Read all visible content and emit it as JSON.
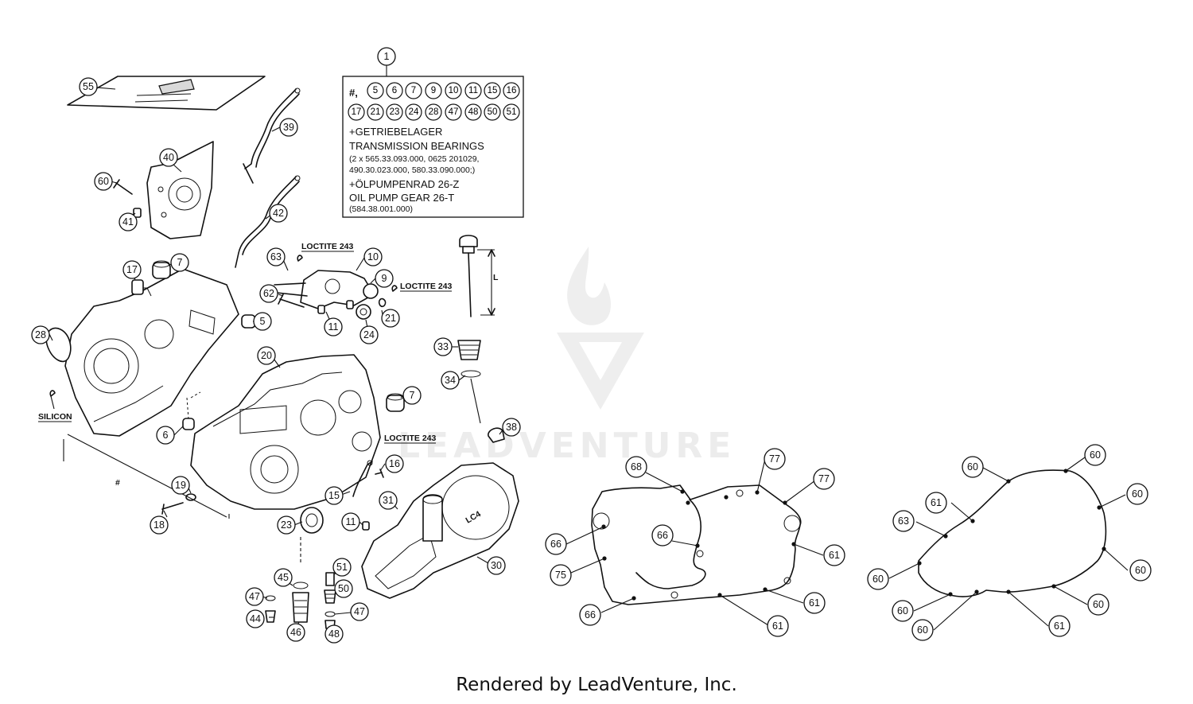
{
  "callouts": {
    "c1": "1",
    "c55": "55",
    "c39": "39",
    "c40": "40",
    "c60": "60",
    "c41": "41",
    "c42": "42",
    "c17": "17",
    "c7a": "7",
    "c28": "28",
    "c63": "63",
    "c10": "10",
    "c9": "9",
    "c62": "62",
    "c5": "5",
    "c11a": "11",
    "c24": "24",
    "c21": "21",
    "c20": "20",
    "c33": "33",
    "c34": "34",
    "c7b": "7",
    "c6": "6",
    "c38": "38",
    "c16": "16",
    "c19": "19",
    "c15": "15",
    "c31": "31",
    "c18": "18",
    "c23": "23",
    "c11b": "11",
    "c51": "51",
    "c30": "30",
    "c45": "45",
    "c50": "50",
    "c47a": "47",
    "c44": "44",
    "c46": "46",
    "c47b": "47",
    "c48": "48",
    "g68": "68",
    "g77a": "77",
    "g77b": "77",
    "g66a": "66",
    "g66b": "66",
    "g61a": "61",
    "g75": "75",
    "g61b": "61",
    "g66c": "66",
    "g61c": "61",
    "h60a": "60",
    "h60b": "60",
    "h60c": "60",
    "h61a": "61",
    "h63": "63",
    "h60d": "60",
    "h60e": "60",
    "h60f": "60",
    "h60g": "60",
    "h60h": "60",
    "h61b": "61"
  },
  "kit_box": {
    "prefix": "#,",
    "row1": [
      "5",
      "6",
      "7",
      "9",
      "10",
      "11",
      "15",
      "16"
    ],
    "row2": [
      "17",
      "21",
      "23",
      "24",
      "28",
      "47",
      "48",
      "50",
      "51"
    ],
    "line1": "+GETRIEBELAGER",
    "line2": "TRANSMISSION BEARINGS",
    "line3": "(2 x 565.33.093.000, 0625 201029,",
    "line4": "490.30.023.000, 580.33.090.000;)",
    "line5": "+ÖLPUMPENRAD 26-Z",
    "line6": "OIL PUMP GEAR 26-T",
    "line7": "(584.38.001.000)"
  },
  "labels": {
    "loctite1": "LOCTITE 243",
    "loctite2": "LOCTITE 243",
    "loctite3": "LOCTITE 243",
    "silicon": "SILICON",
    "hash": "#",
    "dim_l": "L",
    "cover_logo": "LC4"
  },
  "watermark": "LEADVENTURE",
  "footer": "Rendered by LeadVenture, Inc."
}
